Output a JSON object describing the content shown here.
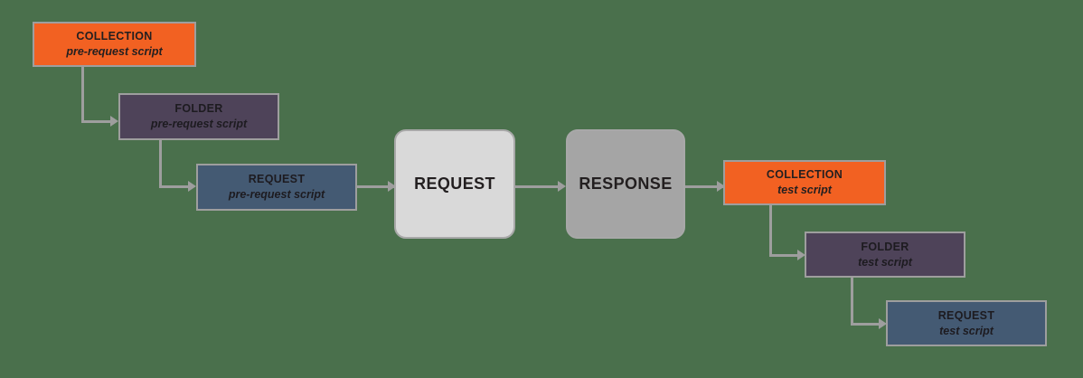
{
  "diagram": {
    "background_color": "#4a704c",
    "connector_color": "#9e9e9e",
    "colors": {
      "collection": "#f26122",
      "folder": "#4e4359",
      "request": "#445a73",
      "stage_request": "#d9d9d9",
      "stage_response": "#a5a5a5"
    },
    "nodes": {
      "collection_pre": {
        "title": "COLLECTION",
        "subtitle": "pre-request script"
      },
      "folder_pre": {
        "title": "FOLDER",
        "subtitle": "pre-request script"
      },
      "request_pre": {
        "title": "REQUEST",
        "subtitle": "pre-request script"
      },
      "stage_request": {
        "title": "REQUEST"
      },
      "stage_response": {
        "title": "RESPONSE"
      },
      "collection_test": {
        "title": "COLLECTION",
        "subtitle": "test script"
      },
      "folder_test": {
        "title": "FOLDER",
        "subtitle": "test script"
      },
      "request_test": {
        "title": "REQUEST",
        "subtitle": "test script"
      }
    }
  }
}
